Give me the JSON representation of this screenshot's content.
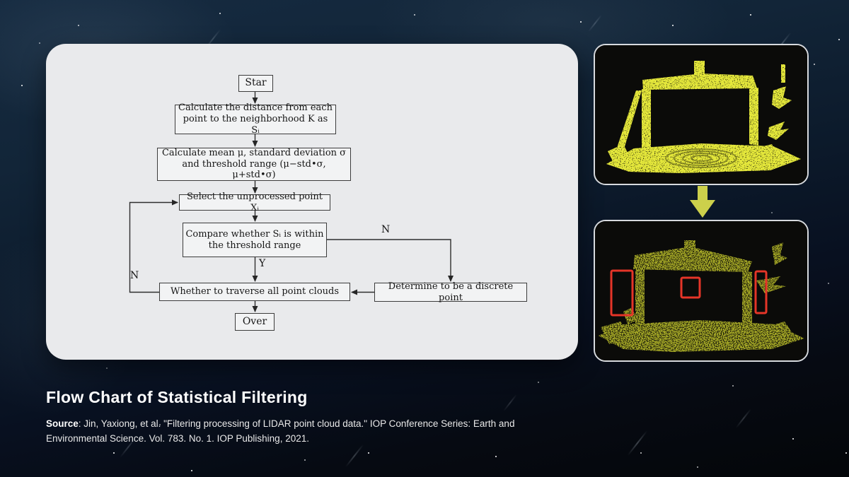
{
  "slide": {
    "title": "Flow Chart of Statistical Filtering",
    "source_label": "Source",
    "source_text": ": Jin, Yaxiong, et al. \"Filtering processing of LIDAR point cloud data.\" IOP Conference Series: Earth and Environmental Science. Vol. 783. No. 1. IOP Publishing, 2021."
  },
  "flowchart": {
    "nodes": [
      {
        "id": "start",
        "label": "Star"
      },
      {
        "id": "calc-distance",
        "label": "Calculate the distance from each point to the neighborhood K as Sᵢ"
      },
      {
        "id": "calc-stats",
        "label": "Calculate mean μ, standard deviation σ and threshold range (μ−std•σ,  μ+std•σ)"
      },
      {
        "id": "select-point",
        "label": "Select the unprocessed point Xᵢ"
      },
      {
        "id": "compare-threshold",
        "label": "Compare whether Sᵢ is within the threshold range"
      },
      {
        "id": "traverse-all",
        "label": "Whether to traverse all point clouds"
      },
      {
        "id": "discrete-point",
        "label": "Determine to be a discrete point"
      },
      {
        "id": "end",
        "label": "Over"
      }
    ],
    "branch_labels": {
      "compare_no": "N",
      "compare_yes": "Y",
      "traverse_no": "N"
    }
  },
  "figures": {
    "before": {
      "description": "raw LIDAR point cloud of a table",
      "point_color": "#e4e73a",
      "background": "#0b0b09"
    },
    "after": {
      "description": "filtered point cloud with discrete-point regions highlighted",
      "point_color": "#a8ab26",
      "highlight_color": "#e53528",
      "highlight_count": 3
    },
    "arrow_color": "#ccd04b"
  }
}
